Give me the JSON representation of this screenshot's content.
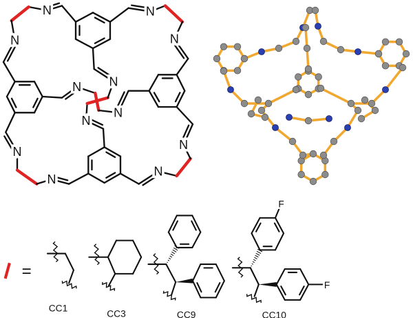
{
  "figure": {
    "macrocycle": {
      "atom_label": "N"
    },
    "legend": {
      "equals_sign": "=",
      "fluorine_label": "F",
      "linkers": [
        {
          "label": "CC1"
        },
        {
          "label": "CC3"
        },
        {
          "label": "CC9"
        },
        {
          "label": "CC10"
        }
      ]
    },
    "colors": {
      "linker": "#e02424",
      "bond": "#111111",
      "crystal_bond": "#f0a830",
      "carbon_atom": "#8c8c8c",
      "nitrogen_atom": "#2a3fb0"
    }
  }
}
